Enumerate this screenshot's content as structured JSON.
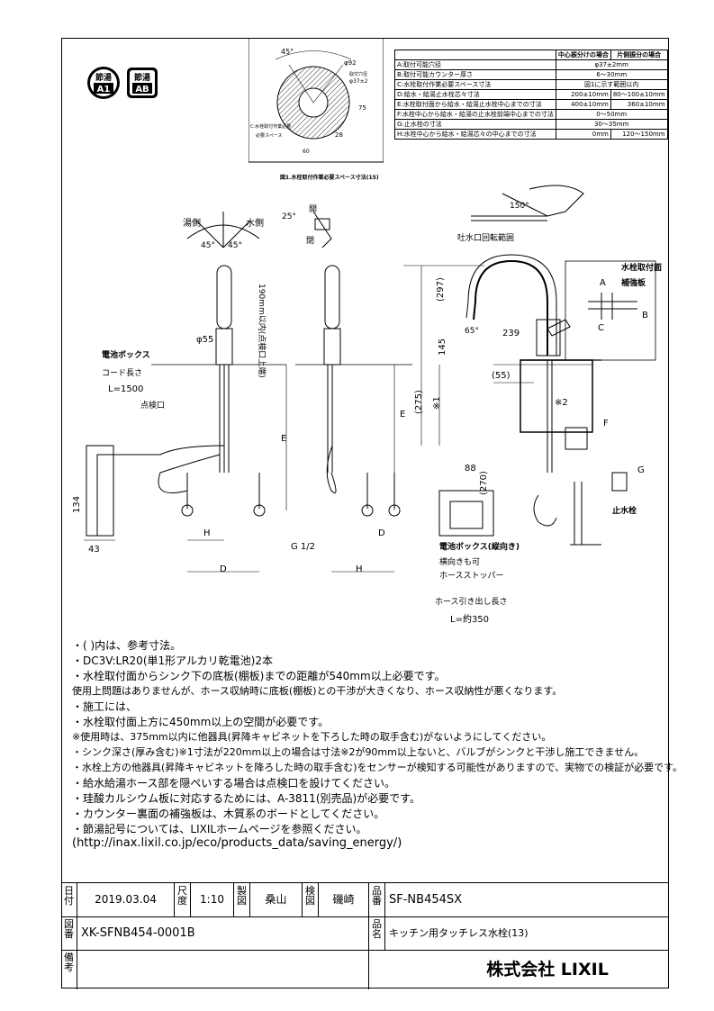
{
  "badges": {
    "b1_top": "節湯",
    "b1_bottom": "A1",
    "b2_top": "節湯",
    "b2_bottom": "AB"
  },
  "top_diagram": {
    "angle": "45°",
    "phi92": "φ92",
    "hole_label": "取付穴径",
    "hole_val": "φ37±2",
    "c_label_1": "C:水栓取付作業必要",
    "c_label_2": "必要スペース",
    "dim_75": "75",
    "dim_28": "28",
    "dim_60": "60",
    "caption": "図1.水栓取付作業必要スペース寸法(15)"
  },
  "spec_table": {
    "headers": [
      "",
      "中心振分けの場合",
      "片側振分の場合"
    ],
    "rows": [
      {
        "label": "A:取付可能穴径",
        "center": "φ37±2mm",
        "side": ""
      },
      {
        "label": "B:取付可能カウンター厚さ",
        "center": "6～30mm",
        "side": ""
      },
      {
        "label": "C:水栓取付作業必要スペース寸法",
        "center": "図1に示す範囲以内",
        "side": ""
      },
      {
        "label": "D:給水・給湯止水栓芯々寸法",
        "center": "200±10mm",
        "side": "80～100±10mm"
      },
      {
        "label": "E:水栓取付面から給水・給湯止水栓中心までの寸法",
        "center": "400±10mm",
        "side": "360±10mm"
      },
      {
        "label": "F:水栓中心から給水・給湯の止水栓前端中心までの寸法",
        "center": "0～50mm",
        "side": ""
      },
      {
        "label": "G:止水栓の寸法",
        "center": "30～35mm",
        "side": ""
      },
      {
        "label": "H:水栓中心から給水・給湯芯々の中心までの寸法",
        "center": "0mm",
        "side": "120～150mm"
      }
    ]
  },
  "drawing": {
    "hot_side": "湯側",
    "cold_side": "水側",
    "angle_45a": "45°",
    "angle_45b": "45°",
    "angle_25": "25°",
    "open": "開",
    "close": "閉",
    "phi55": "φ55",
    "dim_190": "190mm以内(点検口上端)",
    "battery_box": "電池ボックス",
    "cord_len": "コード長さ",
    "cord_val": "L=1500",
    "inspection": "点検口",
    "dim_134": "134",
    "dim_43": "43",
    "dim_H": "H",
    "dim_D": "D",
    "dim_E": "E",
    "g12": "G 1/2",
    "spout_rotation": "吐水口回転範囲",
    "angle_150": "150°",
    "dim_297": "(297)",
    "dim_145": "145",
    "dim_239": "239",
    "dim_65": "65°",
    "dim_55": "(55)",
    "dim_275": "(275)",
    "star1": "※1",
    "star2": "※2",
    "dim_270": "(270)",
    "dim_88": "88",
    "battery_box_side": "電池ボックス(縦向き)",
    "yoko_muki": "横向きも可",
    "hose_stopper": "ホースストッパー",
    "hose_pull": "ホース引き出し長さ",
    "hose_val": "L=約350",
    "faucet_face": "水栓取付面",
    "reinforce": "補強板",
    "stop_valve": "止水栓",
    "dim_A": "A",
    "dim_B": "B",
    "dim_C": "C",
    "dim_F": "F",
    "dim_G": "G"
  },
  "notes": [
    "・(  )内は、参考寸法。",
    "・DC3V:LR20(単1形アルカリ乾電池)2本",
    "・水栓取付面からシンク下の底板(棚板)までの距離が540mm以上必要です。",
    "  使用上問題はありませんが、ホース収納時に底板(棚板)との干渉が大きくなり、ホース収納性が悪くなります。",
    "・施工には、",
    "  ・水栓取付面上方に450mm以上の空間が必要です。",
    "    ※使用時は、375mm以内に他器具(昇降キャビネットを下ろした時の取手含む)がないようにしてください。",
    "  ・シンク深さ(厚み含む)※1寸法が220mm以上の場合は寸法※2が90mm以上ないと、バルブがシンクと干渉し施工できません。",
    "・水栓上方の他器具(昇降キャビネットを降ろした時の取手含む)をセンサーが検知する可能性がありますので、実物での検証が必要です。",
    "・給水給湯ホース部を隠ぺいする場合は点検口を設けてください。",
    "・珪酸カルシウム板に対応するためには、A-3811(別売品)が必要です。",
    "・カウンター裏面の補強板は、木質系のボードとしてください。",
    "・節湯記号については、LIXILホームページを参照ください。",
    "(http://inax.lixil.co.jp/eco/products_data/saving_energy/)"
  ],
  "title_block": {
    "date_label": "日付",
    "date": "2019.03.04",
    "scale_label": "尺度",
    "scale": "1:10",
    "drawn_label": "製図",
    "drawn": "桑山",
    "check_label": "検図",
    "check": "磯崎",
    "product_no_label": "品番",
    "product_no": "SF-NB454SX",
    "drawing_no_label": "図番",
    "drawing_no": "XK-SFNB454-0001B",
    "product_name_label": "品名",
    "product_name": "キッチン用タッチレス水栓(13)",
    "remarks_label": "備考",
    "company": "株式会社 LIXIL"
  }
}
